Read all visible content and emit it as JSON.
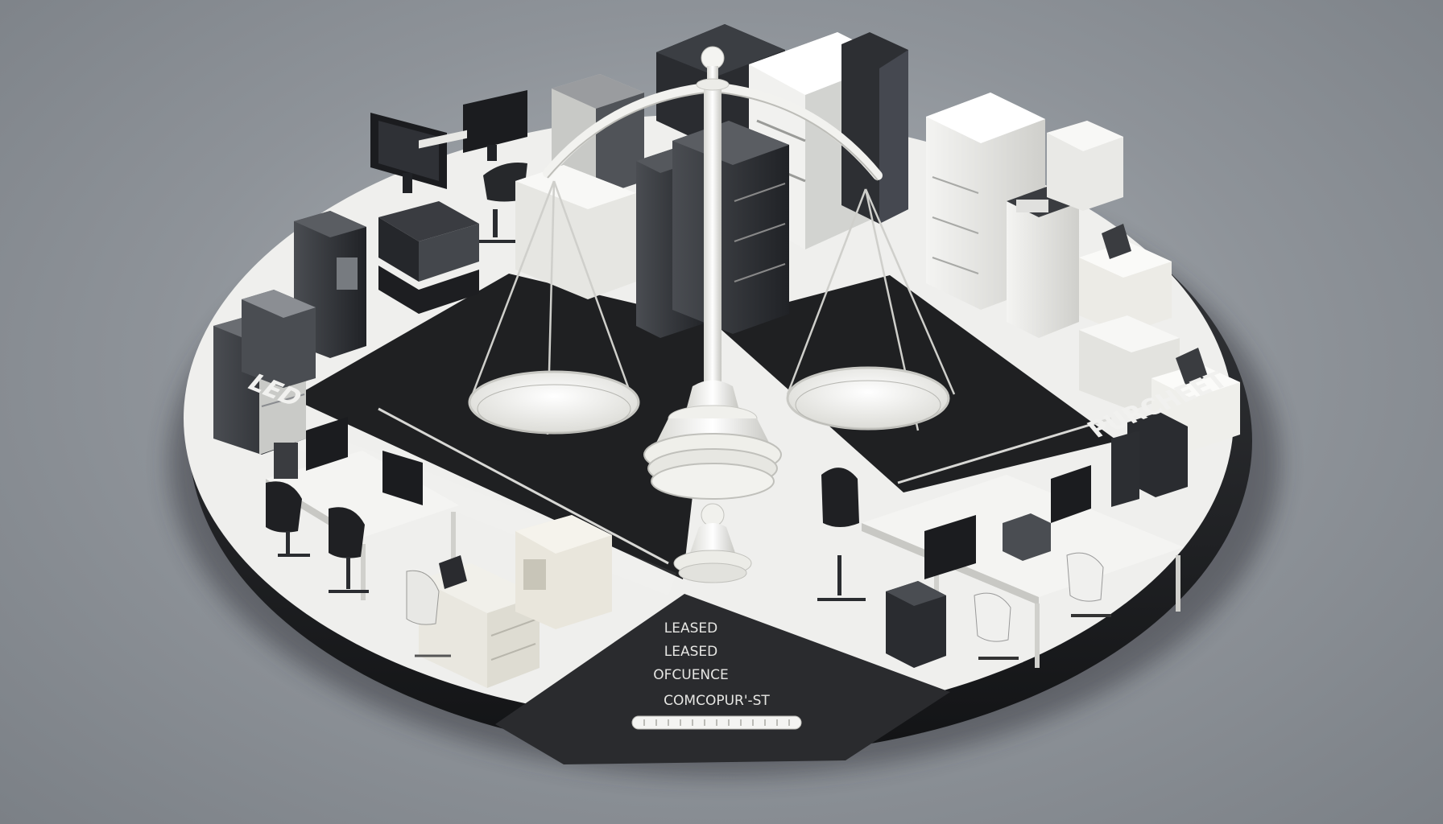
{
  "scene": {
    "label_left": "LED",
    "label_right": "PURCHEET",
    "sign_lines": [
      "LEASED",
      "LEASED",
      "OFCUENCE",
      "COMCOPUR'-ST"
    ]
  },
  "colors": {
    "background": "#8e9399",
    "platform_light": "#eeeeec",
    "platform_dark": "#1e1f21",
    "scale_white": "#f2f2ef",
    "equipment_dark": "#2d2f33"
  },
  "icons": [
    "balance-scale-icon",
    "printer-icon",
    "desktop-monitor-icon",
    "office-chair-icon",
    "filing-cabinet-icon",
    "desk-icon",
    "laptop-icon"
  ]
}
